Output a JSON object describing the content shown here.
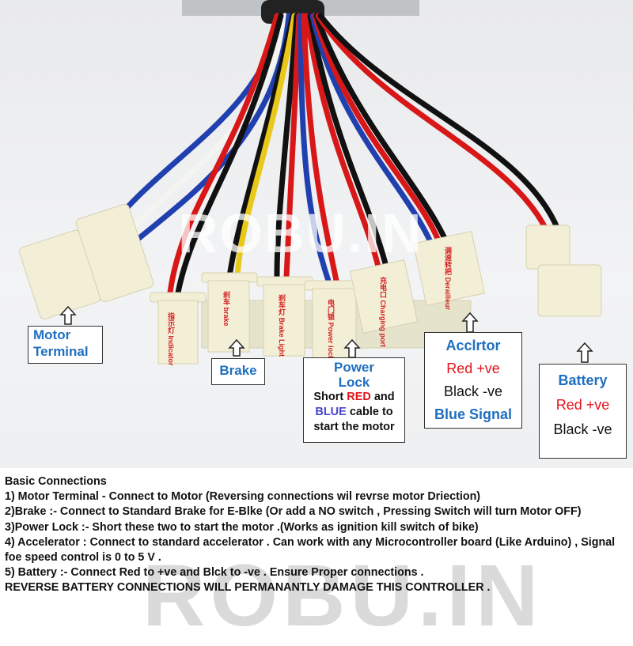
{
  "watermark": "ROBU.IN",
  "labels": {
    "motor": [
      "Motor",
      "Terminal"
    ],
    "brake": "Brake",
    "power": {
      "title": [
        "Power",
        "Lock"
      ],
      "line1_a": "Short ",
      "line1_red": "RED",
      "line1_b": " and",
      "line2_blue": "BLUE",
      "line2_b": " cable to",
      "line3": "start the motor"
    },
    "accel": {
      "title": "Acclrtor",
      "red": "Red +ve",
      "black": "Black -ve",
      "signal": "Blue Signal"
    },
    "battery": {
      "title": "Battery",
      "red": "Red +ve",
      "black": "Black -ve"
    }
  },
  "connector_tags": [
    "指示灯 Indicator",
    "刹车 brake",
    "刹车灯 Brake Light",
    "电门锁 Power locks",
    "充电口 Charging port",
    "调速转把 Derailleur"
  ],
  "notes": [
    "Basic Connections",
    "1) Motor Terminal - Connect to Motor (Reversing connections wil revrse motor Driection)",
    "2)Brake :- Connect to Standard Brake for E-Blke (Or add a NO switch , Pressing Switch will turn Motor OFF)",
    "3)Power Lock :- Short these two to start the motor .(Works as ignition kill switch of bike)",
    "4) Accelerator : Connect to standard accelerator . Can work with any Microcontroller board (Like Arduino) , Signal foe speed control is 0 to 5 V .",
    "5) Battery :- Connect Red to +ve and Blck to -ve . Ensure Proper connections .",
    "REVERSE BATTERY CONNECTIONS WILL PERMANANTLY DAMAGE THIS CONTROLLER ."
  ]
}
